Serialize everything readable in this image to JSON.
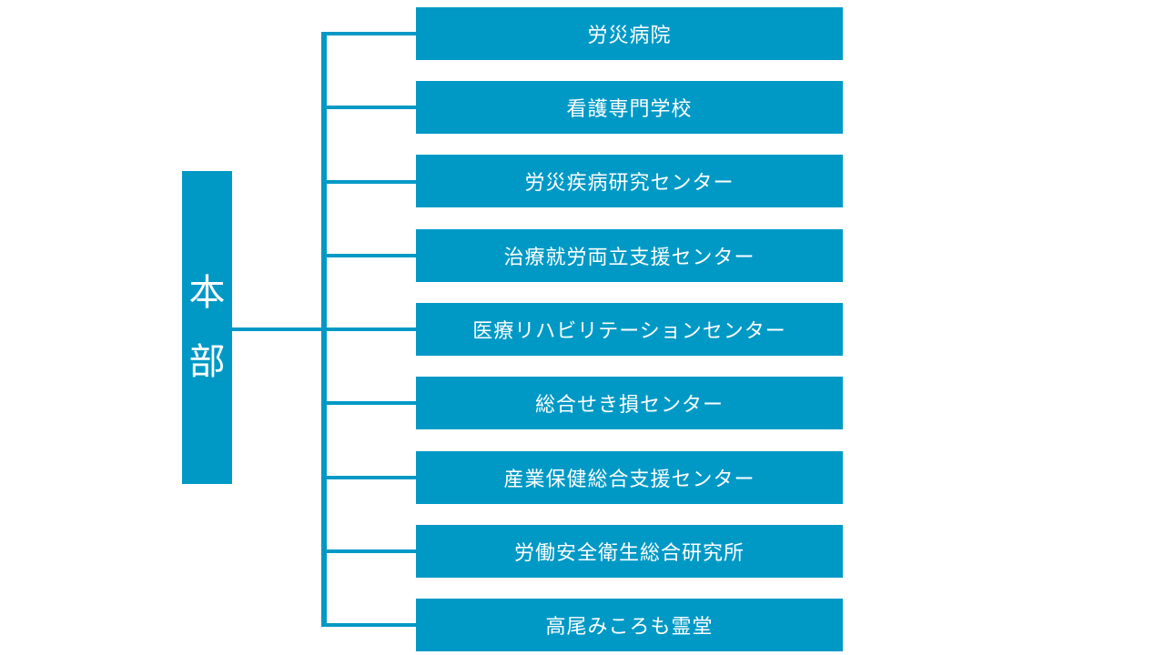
{
  "root": {
    "label": "本部"
  },
  "branches": [
    {
      "label": "労災病院"
    },
    {
      "label": "看護専門学校"
    },
    {
      "label": "労災疾病研究センター"
    },
    {
      "label": "治療就労両立支援センター"
    },
    {
      "label": "医療リハビリテーションセンター"
    },
    {
      "label": "総合せき損センター"
    },
    {
      "label": "産業保健総合支援センター"
    },
    {
      "label": "労働安全衛生総合研究所"
    },
    {
      "label": "高尾みころも霊堂"
    }
  ],
  "colors": {
    "accent": "#0099C6",
    "text": "#FFFFFF",
    "background": "#FFFFFF"
  }
}
